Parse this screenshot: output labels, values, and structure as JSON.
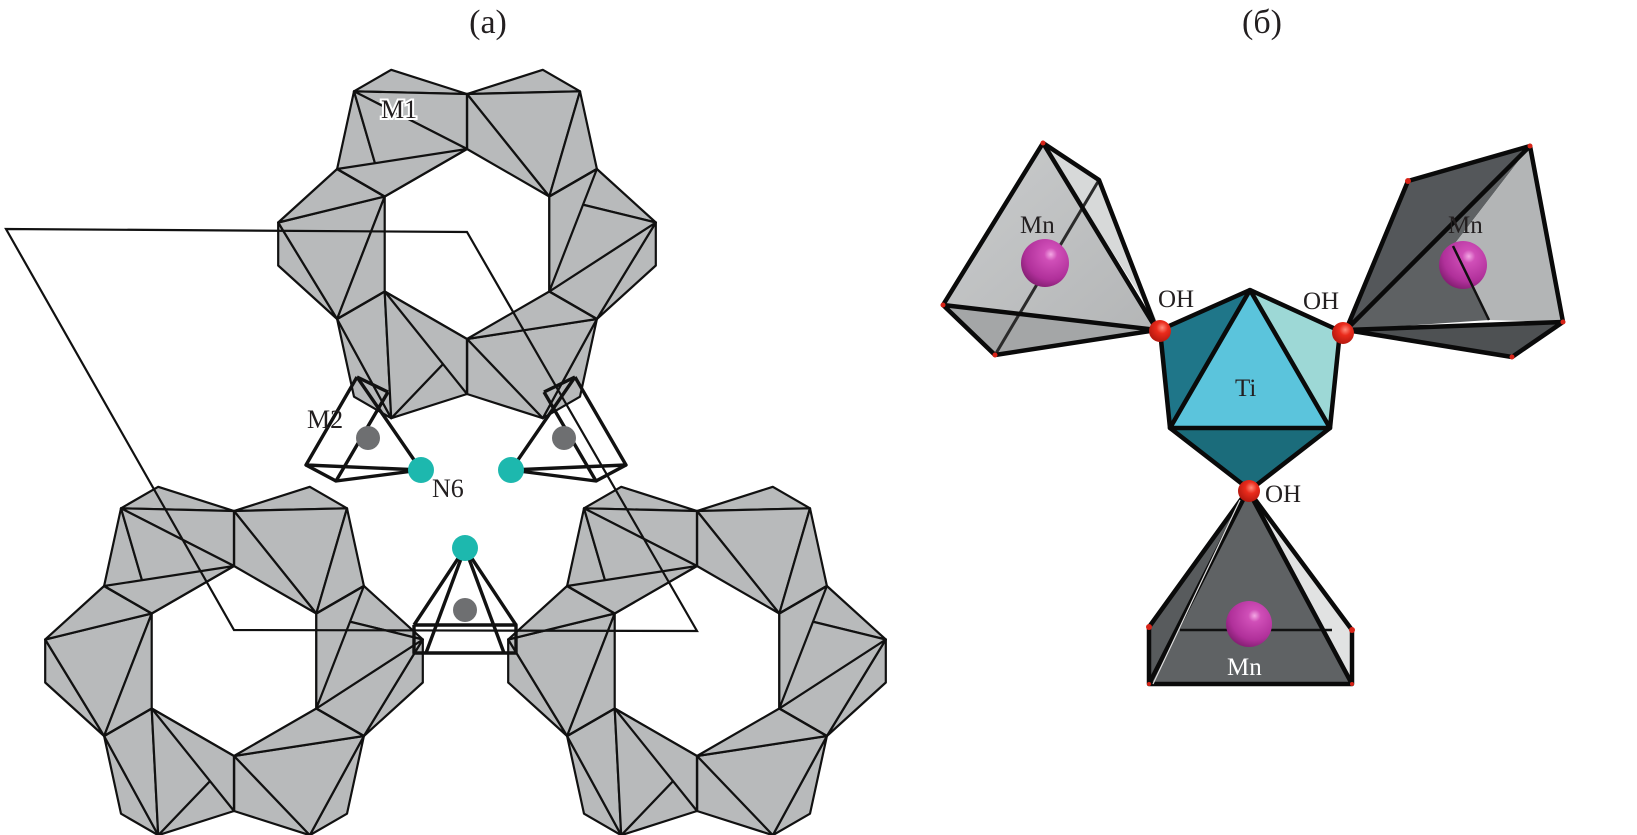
{
  "figure": {
    "panel_a": {
      "label": "(a)",
      "atom_labels": {
        "m1": "M1",
        "m2": "M2",
        "n6": "N6"
      },
      "rings": [
        {
          "name": "ring-top"
        },
        {
          "name": "ring-bottom-left"
        },
        {
          "name": "ring-bottom-right"
        }
      ],
      "m2_sites": [
        "left",
        "right",
        "bottom"
      ],
      "n6_sites": [
        "left",
        "right",
        "bottom"
      ],
      "colors": {
        "polyhedron_fill": "#b8babb",
        "edge": "#111111",
        "n6_atom": "#1db8ae",
        "m2_atom": "#6e6f71"
      }
    },
    "panel_b": {
      "label": "(б)",
      "central_atom": "Ti",
      "bridging_labels": [
        "OH",
        "OH",
        "OH"
      ],
      "tetra_atoms": [
        "Mn",
        "Mn",
        "Mn"
      ],
      "colors": {
        "ti_front": "#5bc4dc",
        "ti_left": "#1f7689",
        "ti_right": "#9dd8d6",
        "ti_bottom": "#1b6c7b",
        "mn_atom": "#b8339e",
        "oh_atom": "#e0241b",
        "tetra_light": "#bcbebf",
        "tetra_dark": "#5d5f61"
      }
    }
  }
}
